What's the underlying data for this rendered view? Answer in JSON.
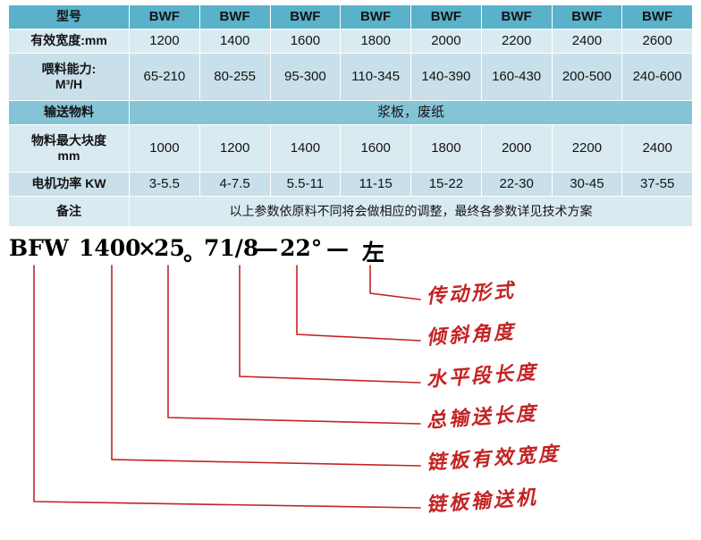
{
  "colors": {
    "header_row_bg": "#59b1ca",
    "band_row_bg": "#84c4d6",
    "light_row_bg": "#d9eaf1",
    "alt_light_row_bg": "#c9e0ea",
    "callout_red": "#c42323",
    "text_color": "#141414"
  },
  "table": {
    "rows": [
      {
        "label": "型号",
        "cells": [
          "BWF",
          "BWF",
          "BWF",
          "BWF",
          "BWF",
          "BWF",
          "BWF",
          "BWF"
        ]
      },
      {
        "label": "有效宽度:mm",
        "cells": [
          "1200",
          "1400",
          "1600",
          "1800",
          "2000",
          "2200",
          "2400",
          "2600"
        ]
      },
      {
        "label": "喂料能力:\nM³/H",
        "cells": [
          "65-210",
          "80-255",
          "95-300",
          "110-345",
          "140-390",
          "160-430",
          "200-500",
          "240-600"
        ]
      },
      {
        "label": "输送物料",
        "span_text": "浆板，废纸"
      },
      {
        "label": "物料最大块度\nmm",
        "cells": [
          "1000",
          "1200",
          "1400",
          "1600",
          "1800",
          "2000",
          "2200",
          "2400"
        ]
      },
      {
        "label": "电机功率 KW",
        "cells": [
          "3-5.5",
          "4-7.5",
          "5.5-11",
          "11-15",
          "15-22",
          "22-30",
          "30-45",
          "37-55"
        ]
      },
      {
        "label": "备注",
        "span_text": "以上参数依原料不同将会做相应的调整，最终各参数详见技术方案"
      }
    ]
  },
  "model_code": {
    "full": "BFW 1400×25。71/8—22° — 左",
    "parts": [
      "BFW",
      "1400",
      "×",
      "25",
      "。",
      "71/8",
      "—",
      "22°",
      "—",
      "左"
    ]
  },
  "callouts": [
    {
      "label": "传动形式"
    },
    {
      "label": "倾斜角度"
    },
    {
      "label": "水平段长度"
    },
    {
      "label": "总输送长度"
    },
    {
      "label": "链板有效宽度"
    },
    {
      "label": "链板输送机"
    }
  ]
}
